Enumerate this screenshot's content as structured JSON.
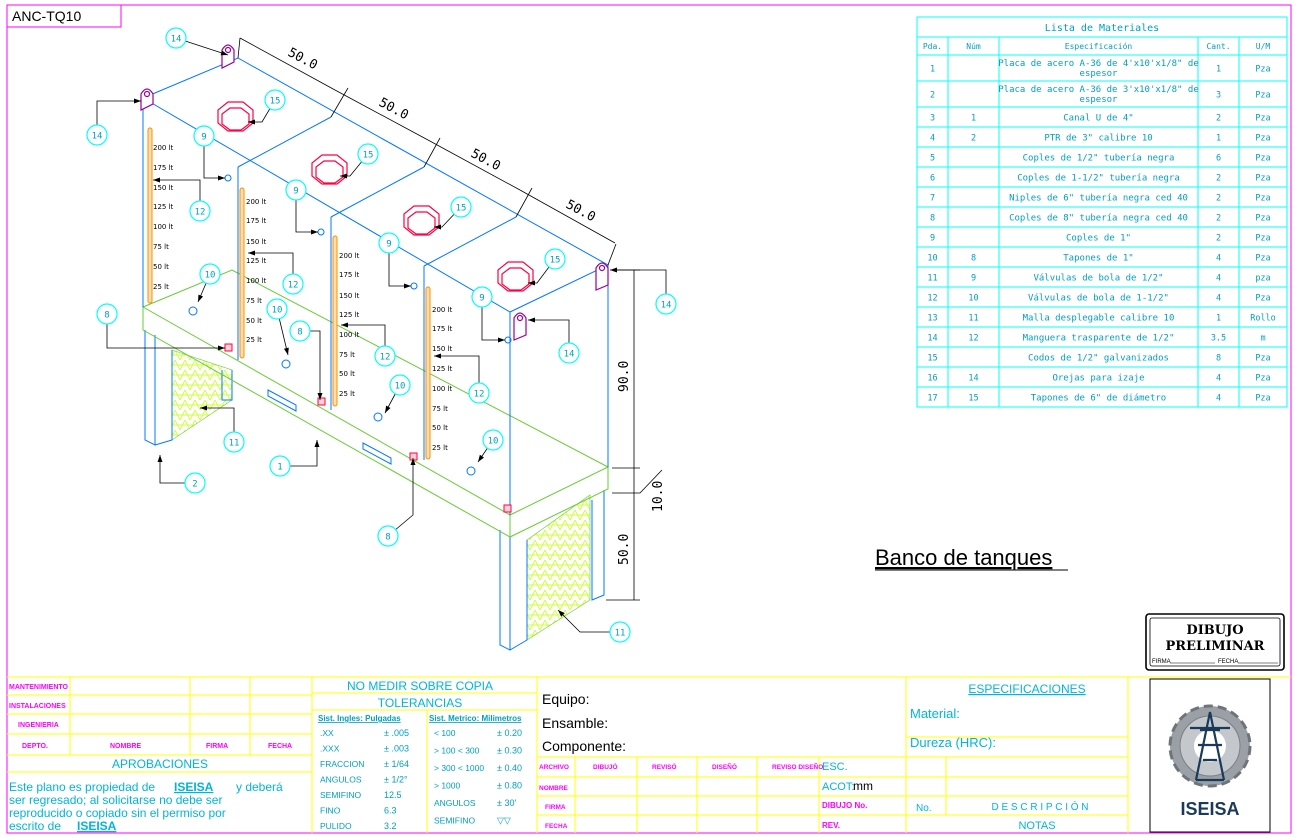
{
  "drawing": {
    "code": "ANC-TQ10",
    "title": "Banco de tanques",
    "stamp_title_1": "DIBUJO",
    "stamp_title_2": "PRELIMINAR",
    "stamp_firma": "FIRMA",
    "stamp_fecha": "FECHA"
  },
  "dimensions": [
    "50.0",
    "50.0",
    "50.0",
    "50.0",
    "90.0",
    "10.0",
    "50.0"
  ],
  "gauge_labels": [
    "200 lt",
    "175 lt",
    "150 lt",
    "125 lt",
    "100 lt",
    "75 lt",
    "50 lt",
    "25 lt"
  ],
  "bom": {
    "title": "Lista de Materiales",
    "headers": [
      "Pda.",
      "Núm",
      "Especificación",
      "Cant.",
      "U/M"
    ],
    "rows": [
      [
        "1",
        "",
        "Placa de acero A-36 de 4'x10'x1/8\" de espesor",
        "1",
        "Pza"
      ],
      [
        "2",
        "",
        "Placa de acero A-36 de 3'x10'x1/8\" de espesor",
        "3",
        "Pza"
      ],
      [
        "3",
        "1",
        "Canal U de 4\"",
        "2",
        "Pza"
      ],
      [
        "4",
        "2",
        "PTR de 3\" calibre 10",
        "1",
        "Pza"
      ],
      [
        "5",
        "",
        "Coples de 1/2\" tubería negra",
        "6",
        "Pza"
      ],
      [
        "6",
        "",
        "Coples de 1-1/2\" tubería negra",
        "2",
        "Pza"
      ],
      [
        "7",
        "",
        "Niples de 6\" tubería negra ced 40",
        "2",
        "Pza"
      ],
      [
        "8",
        "",
        "Coples de 8\" tubería negra ced 40",
        "2",
        "Pza"
      ],
      [
        "9",
        "",
        "Coples de 1\"",
        "2",
        "Pza"
      ],
      [
        "10",
        "8",
        "Tapones de 1\"",
        "4",
        "Pza"
      ],
      [
        "11",
        "9",
        "Válvulas de bola de 1/2\"",
        "4",
        "pza"
      ],
      [
        "12",
        "10",
        "Válvulas de bola de 1-1/2\"",
        "4",
        "Pza"
      ],
      [
        "13",
        "11",
        "Malla desplegable calibre 10",
        "1",
        "Rollo"
      ],
      [
        "14",
        "12",
        "Manguera trasparente de 1/2\"",
        "3.5",
        "m"
      ],
      [
        "15",
        "",
        "Codos de 1/2\" galvanizados",
        "8",
        "Pza"
      ],
      [
        "16",
        "14",
        "Orejas para izaje",
        "4",
        "Pza"
      ],
      [
        "17",
        "15",
        "Tapones de 6\" de diámetro",
        "4",
        "Pza"
      ]
    ]
  },
  "title_block": {
    "left_labels": [
      "MANTENIMIENTO",
      "INSTALACIONES",
      "INGENIERIA"
    ],
    "sign_headers": [
      "DEPTO.",
      "NOMBRE",
      "FIRMA",
      "FECHA"
    ],
    "approvals": "APROBACIONES",
    "notice_1": "Este plano es propiedad de",
    "notice_brand": "ISEISA",
    "notice_2": "y deberá",
    "notice_3": "ser regresado; al solicitarse no debe ser",
    "notice_4": "reproducido o copiado sin el permiso por",
    "notice_5": "escrito de",
    "no_medir": "NO MEDIR SOBRE COPIA",
    "tolerancias": "TOLERANCIAS",
    "sist_ingles": "Sist. Ingles: Pulgadas",
    "sist_metrico": "Sist. Metrico: Milimetros",
    "tol_left": [
      [
        ".XX",
        "± .005"
      ],
      [
        ".XXX",
        "± .003"
      ],
      [
        "FRACCION",
        "± 1/64"
      ],
      [
        "ANGULOS",
        "± 1/2°"
      ],
      [
        "SEMIFINO",
        "12.5"
      ],
      [
        "FINO",
        "6.3"
      ],
      [
        "PULIDO",
        "3.2"
      ]
    ],
    "tol_right": [
      [
        "< 100",
        "± 0.20"
      ],
      [
        "> 100  < 300",
        "± 0.30"
      ],
      [
        "> 300  < 1000",
        "± 0.40"
      ],
      [
        "> 1000",
        "± 0.80"
      ],
      [
        "ANGULOS",
        "± 30'"
      ],
      [
        "SEMIFINO",
        "▽▽"
      ]
    ],
    "equipo": "Equipo:",
    "ensamble": "Ensamble:",
    "componente": "Componente:",
    "row_labels": [
      "ARCHIVO",
      "NOMBRE",
      "FIRMA",
      "FECHA"
    ],
    "col_labels": [
      "DIBUJÓ",
      "REVISÓ",
      "DISEÑÓ",
      "REVISO DISEÑO"
    ],
    "esc": "ESC.",
    "acot": "ACOT:",
    "acot_value": "mm",
    "dibujo_no": "DIBUJO No.",
    "rev": "REV.",
    "especificaciones": "ESPECIFICACIONES",
    "material": "Material:",
    "dureza": "Dureza (HRC):",
    "no": "No.",
    "descripcion": "D E S C R I P C I Ó N",
    "notas": "NOTAS",
    "logo_text": "ISEISA"
  },
  "colors": {
    "frame": "#ff00ff",
    "table_lines": "#00ffff",
    "title_lines": "#ffff00",
    "tank_edges": "#0078ff",
    "base_edges": "#66cc33",
    "mesh": "#ccff33",
    "lid": "#ff0040",
    "gauge": "#ff8c00",
    "ear": "#990099",
    "dim": "#000000"
  }
}
